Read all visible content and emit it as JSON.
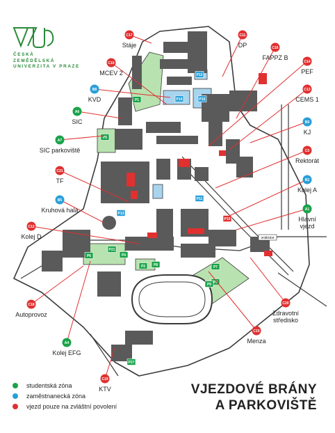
{
  "logo": {
    "line1": "ČESKÁ",
    "line2": "ZEMĚDĚLSKÁ",
    "line3": "UNIVERZITA V PRAZE",
    "icon": "czu-lion-logo"
  },
  "title": {
    "line1": "VJEZDOVÉ BRÁNY",
    "line2": "A PARKOVIŠTĚ"
  },
  "legend": [
    {
      "label": "studentská zóna",
      "color": "#1aa34a"
    },
    {
      "label": "zaměstnanecká zóna",
      "color": "#2a9fd8"
    },
    {
      "label": "vjezd pouze na zvláštní povolení",
      "color": "#e03030"
    }
  ],
  "colors": {
    "student": "#1aa34a",
    "staff": "#2a9fd8",
    "special": "#e03030",
    "building": "#5a5a5a",
    "road": "#ffffff",
    "roadEdge": "#3a3a3a",
    "greenZone": "#b8e2b0",
    "blueZone": "#a9d4ee"
  },
  "gates": [
    {
      "code": "C17",
      "name": "Stáje",
      "zone": "special"
    },
    {
      "code": "C11",
      "name": "DP",
      "zone": "special"
    },
    {
      "code": "C16",
      "name": "FAPPZ B",
      "zone": "special"
    },
    {
      "code": "C14",
      "name": "PEF",
      "zone": "special"
    },
    {
      "code": "C13",
      "name": "CEMS 1",
      "zone": "special"
    },
    {
      "code": "C10",
      "name": "MCEV 2",
      "zone": "special"
    },
    {
      "code": "B8",
      "name": "KVD",
      "zone": "staff"
    },
    {
      "code": "A6",
      "name": "SIC",
      "zone": "student"
    },
    {
      "code": "A7",
      "name": "SIC parkoviště",
      "zone": "student"
    },
    {
      "code": "B9",
      "name": "KJ",
      "zone": "staff"
    },
    {
      "code": "C3",
      "name": "Rektorát",
      "zone": "special"
    },
    {
      "code": "C21",
      "name": "TF",
      "zone": "special"
    },
    {
      "code": "B2",
      "name": "Kolej A",
      "zone": "staff"
    },
    {
      "code": "B5",
      "name": "Kruhová hala",
      "zone": "staff"
    },
    {
      "code": "A1",
      "name": "Hlavní vjezd",
      "zone": "student"
    },
    {
      "code": "C12",
      "name": "Kolej D",
      "zone": "special"
    },
    {
      "code": "C18",
      "name": "Autoprovoz",
      "zone": "special"
    },
    {
      "code": "C20",
      "name": "Zdravotní středisko",
      "zone": "special"
    },
    {
      "code": "C15",
      "name": "Menza",
      "zone": "special"
    },
    {
      "code": "A4",
      "name": "Kolej EFG",
      "zone": "student"
    },
    {
      "code": "C19",
      "name": "KTV",
      "zone": "special"
    }
  ],
  "parkings": [
    {
      "code": "P1",
      "zone": "student"
    },
    {
      "code": "P2",
      "zone": "student"
    },
    {
      "code": "P3",
      "zone": "student"
    },
    {
      "code": "P4",
      "zone": "student"
    },
    {
      "code": "P5",
      "zone": "student"
    },
    {
      "code": "P6",
      "zone": "student"
    },
    {
      "code": "P7",
      "zone": "student"
    },
    {
      "code": "P8",
      "zone": "student"
    },
    {
      "code": "P9",
      "zone": "student"
    },
    {
      "code": "P10",
      "zone": "special"
    },
    {
      "code": "P11",
      "zone": "staff"
    },
    {
      "code": "P12",
      "zone": "staff"
    },
    {
      "code": "P13",
      "zone": "staff"
    },
    {
      "code": "P14",
      "zone": "staff"
    },
    {
      "code": "P15",
      "zone": "staff"
    },
    {
      "code": "P21",
      "zone": "student"
    },
    {
      "code": "P27",
      "zone": "student"
    }
  ],
  "gatehouse": {
    "label": "vrátnice"
  }
}
